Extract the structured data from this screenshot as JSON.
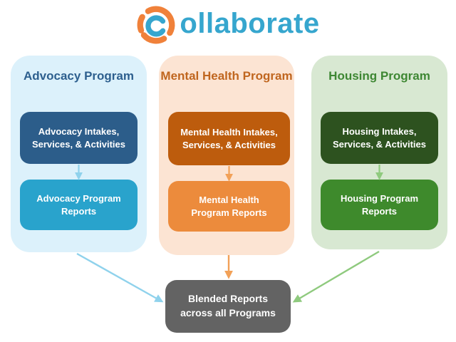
{
  "logo": {
    "full_name": "Collaborate",
    "inner_letter": "c",
    "wordmark_rest": "ollaborate"
  },
  "columns": [
    {
      "key": "advocacy",
      "title_lines": [
        "Advocacy",
        "Program"
      ],
      "intakes_lines": [
        "Advocacy Intakes,",
        "Services, & Activities"
      ],
      "reports_lines": [
        "Advocacy Program",
        "Reports"
      ]
    },
    {
      "key": "mental-health",
      "title_lines": [
        "Mental Health",
        "Program"
      ],
      "intakes_lines": [
        "Mental Health Intakes,",
        "Services, & Activities"
      ],
      "reports_lines": [
        "Mental Health",
        "Program Reports"
      ]
    },
    {
      "key": "housing",
      "title_lines": [
        "Housing",
        "Program"
      ],
      "intakes_lines": [
        "Housing Intakes,",
        "Services, & Activities"
      ],
      "reports_lines": [
        "Housing Program",
        "Reports"
      ]
    }
  ],
  "blended": {
    "label_lines": [
      "Blended Reports",
      "across all Programs"
    ]
  },
  "colors": {
    "background": "#ffffff",
    "logo_blue": "#36a6ce",
    "logo_orange": "#f0813a",
    "box_text": "#ffffff",
    "advocacy_panel": "#dcf1fb",
    "advocacy_title": "#2d5f8e",
    "advocacy_dark": "#2c5d8a",
    "advocacy_mid": "#29a3cc",
    "advocacy_arrow": "#8fd2ec",
    "mental_panel": "#fce4d3",
    "mental_title": "#c0661f",
    "mental_dark": "#bd5c0d",
    "mental_mid": "#ec8b3c",
    "mental_arrow": "#f2a158",
    "housing_panel": "#d8e8d2",
    "housing_title": "#3e8733",
    "housing_dark": "#2d521f",
    "housing_mid": "#3e8a2c",
    "housing_arrow": "#8fca7e",
    "blended_box": "#636363"
  }
}
